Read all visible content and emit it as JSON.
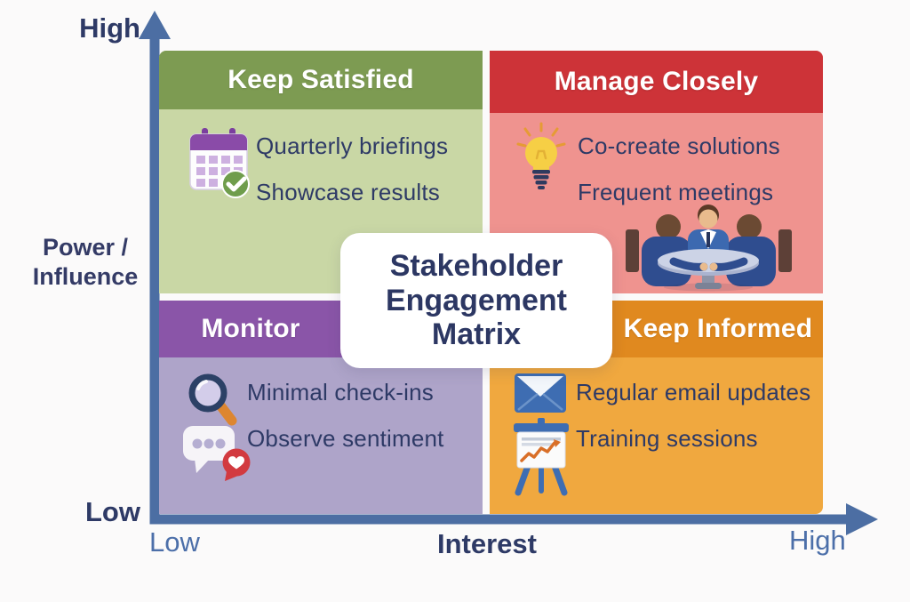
{
  "background_color": "#fbfafa",
  "axis": {
    "color": "#4c6ea3",
    "label_color": "#2e3a66",
    "endpoint_color": "#4c6fa9",
    "y": {
      "label": "Power / Influence",
      "top": "High",
      "bottom": "Low"
    },
    "x": {
      "label": "Interest",
      "left": "Low",
      "right": "High"
    }
  },
  "center_card": {
    "title": "Stakeholder Engagement Matrix"
  },
  "quadrants": [
    {
      "key": "keep-satisfied",
      "position": "top-left",
      "title": "Keep Satisfied",
      "header_color": "#7d9b52",
      "body_color": "#c9d7a5",
      "icons": [
        "calendar-check-icon"
      ],
      "items": [
        "Quarterly briefings",
        "Showcase results"
      ]
    },
    {
      "key": "manage-closely",
      "position": "top-right",
      "title": "Manage Closely",
      "header_color": "#cd3338",
      "body_color": "#ef938f",
      "icons": [
        "lightbulb-icon",
        "meeting-table-illustration"
      ],
      "items": [
        "Co-create solutions",
        "Frequent meetings"
      ]
    },
    {
      "key": "monitor",
      "position": "bottom-left",
      "title": "Monitor",
      "header_color": "#8a55a8",
      "body_color": "#aea4c9",
      "icons": [
        "magnifier-icon",
        "chat-heart-icon"
      ],
      "items": [
        "Minimal check-ins",
        "Observe sentiment"
      ]
    },
    {
      "key": "keep-informed",
      "position": "bottom-right",
      "title": "Keep Informed",
      "header_color": "#e0891f",
      "body_color": "#f0a83f",
      "icons": [
        "envelope-icon",
        "presentation-chart-icon"
      ],
      "items": [
        "Regular email updates",
        "Training sessions"
      ]
    }
  ]
}
